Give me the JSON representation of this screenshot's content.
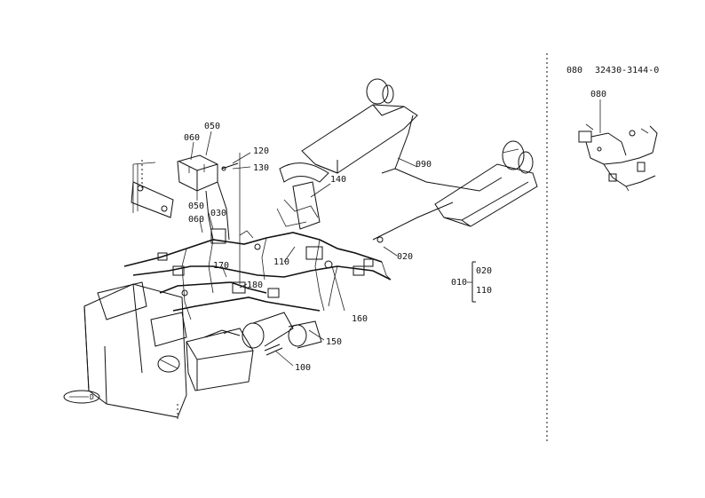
{
  "diagram": {
    "callouts": {
      "c050_top": "050",
      "c060_top": "060",
      "c120": "120",
      "c130": "130",
      "c050_mid": "050",
      "c030": "030",
      "c060_mid": "060",
      "c140": "140",
      "c090": "090",
      "c110": "110",
      "c170": "170",
      "c180": "180",
      "c020": "020",
      "c160": "160",
      "c150": "150",
      "c100": "100"
    },
    "legend": {
      "l010": "010",
      "l020": "020",
      "l110": "110"
    },
    "stamp_text": "D"
  },
  "inset": {
    "ref_number": "080",
    "part_number": "32430-3144-0",
    "callout": "080"
  }
}
